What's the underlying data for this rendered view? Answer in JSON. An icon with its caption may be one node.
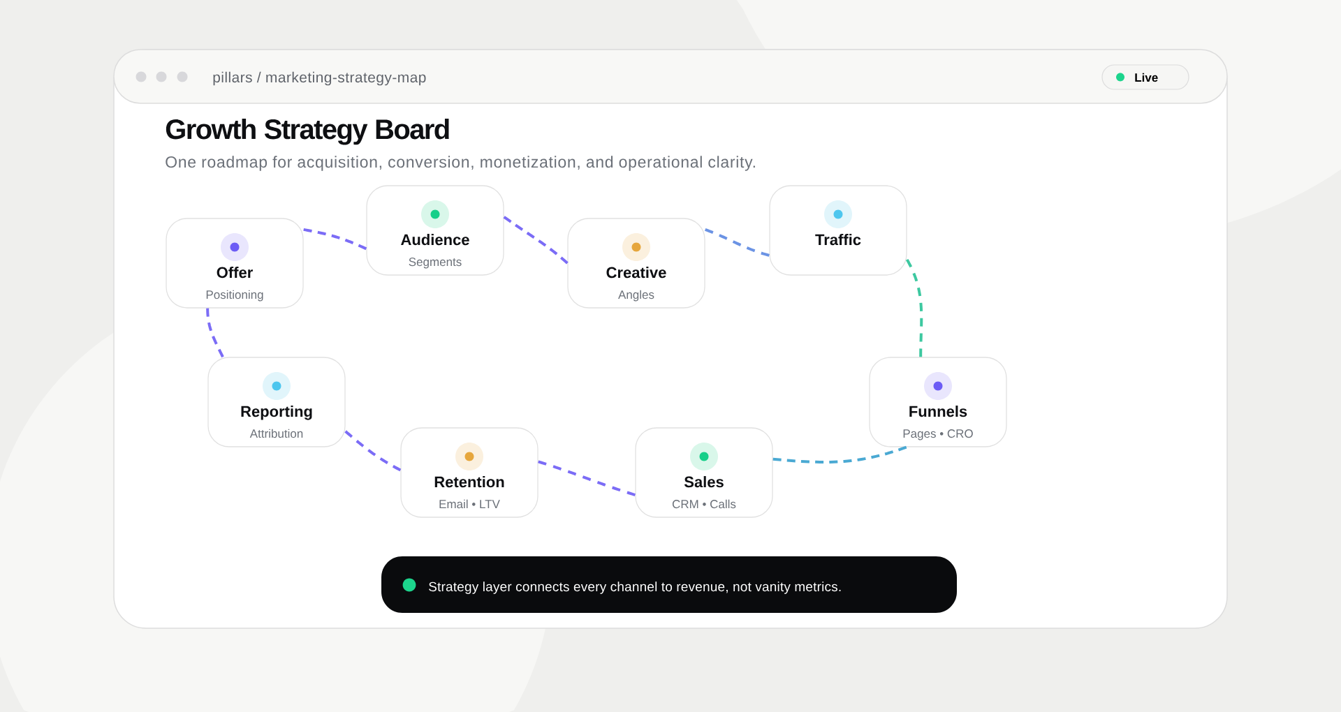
{
  "diagram": {
    "title": "Growth Strategy Board",
    "nodes": [
      {
        "text": [
          "Offer",
          "Positioning"
        ]
      },
      {
        "text": [
          "Audience",
          "Segments"
        ]
      },
      {
        "text": [
          "Creative",
          "Angles"
        ]
      },
      {
        "text": [
          "Traffic"
        ]
      },
      {
        "text": [
          "Reporting",
          "Attribution"
        ]
      },
      {
        "text": [
          "Retention",
          "Email • LTV"
        ]
      },
      {
        "text": [
          "Sales",
          "CRM • Calls"
        ]
      },
      {
        "text": [
          "Funnels",
          "Pages • CRO"
        ]
      },
      {
        "text": [
          "Strategy layer connects every channel to revenue, not vanity metrics."
        ]
      }
    ],
    "edges": [
      {
        "from": 0,
        "to": 1,
        "arrow": "none",
        "style": "dashed"
      },
      {
        "from": 1,
        "to": 2,
        "arrow": "none",
        "style": "dashed"
      },
      {
        "from": 2,
        "to": 3,
        "arrow": "none",
        "style": "dashed",
        "color": "#6b93e4"
      },
      {
        "from": 3,
        "to": 7,
        "arrow": "none",
        "style": "dashed",
        "color": "#3dc8a0"
      },
      {
        "from": 7,
        "to": 6,
        "arrow": "none",
        "style": "dashed",
        "color": "#4aa9d3"
      },
      {
        "from": 6,
        "to": 5,
        "arrow": "none",
        "style": "dashed"
      },
      {
        "from": 5,
        "to": 4,
        "arrow": "none",
        "style": "dashed"
      },
      {
        "from": 4,
        "to": 0,
        "arrow": "none",
        "style": "dashed"
      }
    ],
    "labels": [
      "pillars / marketing-strategy-map",
      "Live",
      "One roadmap for acquisition, conversion, monetization, and operational clarity."
    ]
  }
}
